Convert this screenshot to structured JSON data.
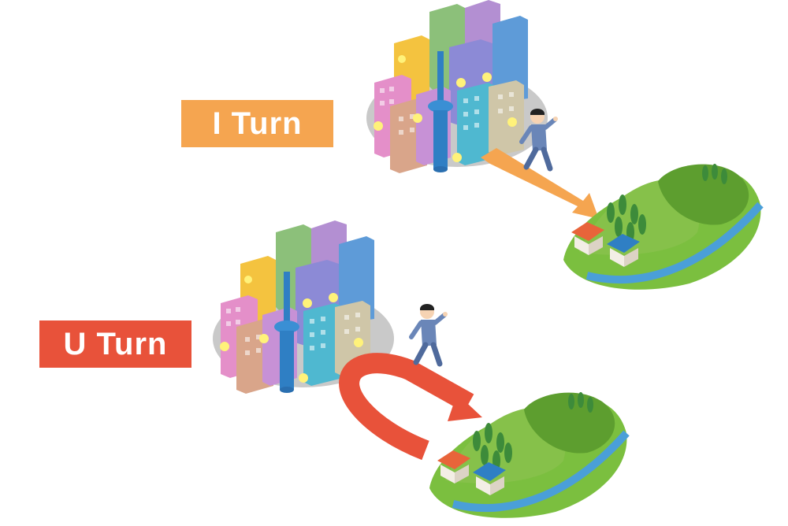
{
  "labels": {
    "i_turn": "I Turn",
    "u_turn": "U Turn"
  },
  "colors": {
    "i_turn_accent": "#f5a550",
    "u_turn_accent": "#e8523a",
    "hill_green": "#7bbf3f",
    "hill_dark": "#5d9e2f",
    "river_blue": "#4a9fd8",
    "city_base": "#c9c9c9"
  },
  "icons": [
    "city-cluster",
    "running-businessman",
    "countryside-island",
    "house"
  ]
}
